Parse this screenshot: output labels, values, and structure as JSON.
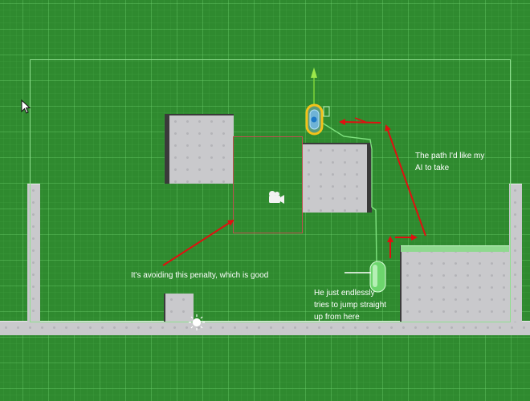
{
  "scene": {
    "background_color": "#2f8a2f",
    "grid_color": "#78dc78",
    "block_color": "#c9c9cc",
    "arrow_color": "#e01010",
    "path_color": "#7fe27f"
  },
  "annotations": {
    "desired_path": "The path I'd like my\nAI to take",
    "penalty": "It's avoiding this penalty, which is good",
    "stuck": "He just endlessly\ntries to jump straight\n up from here"
  },
  "icons": {
    "cursor": "mouse-cursor-icon",
    "camera": "camera-icon",
    "light": "sun-light-icon"
  }
}
